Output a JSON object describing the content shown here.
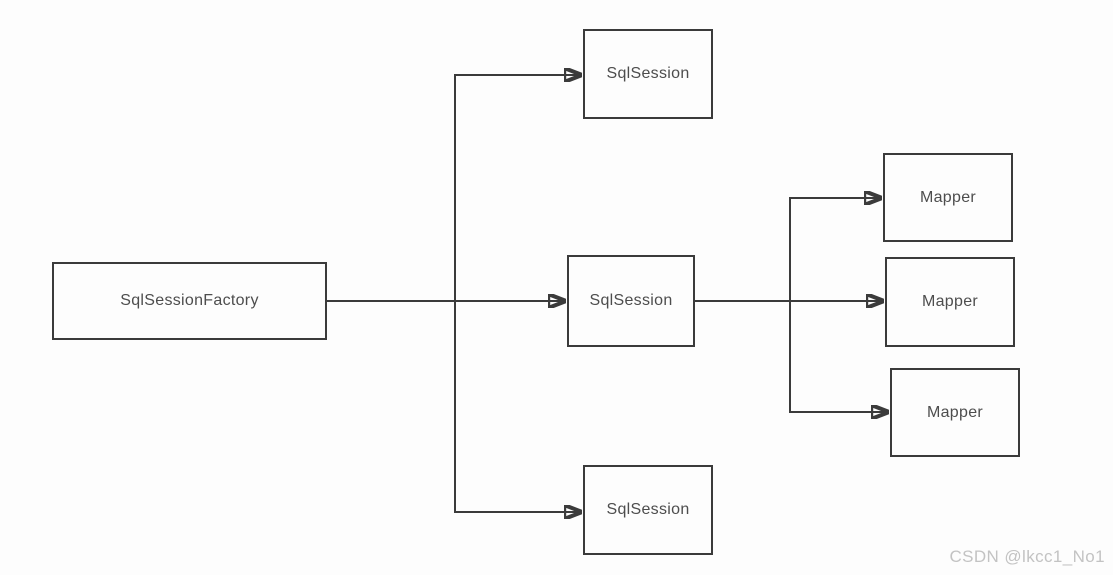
{
  "diagram": {
    "background_color": "#fdfdfd",
    "line_color": "#3b3b3b",
    "node_border_color": "#3b3b3b",
    "node_text_color": "#4d4d4d",
    "nodes": [
      {
        "id": "factory",
        "label": "SqlSessionFactory"
      },
      {
        "id": "session-top",
        "label": "SqlSession"
      },
      {
        "id": "session-middle",
        "label": "SqlSession"
      },
      {
        "id": "session-bottom",
        "label": "SqlSession"
      },
      {
        "id": "mapper-top",
        "label": "Mapper"
      },
      {
        "id": "mapper-middle",
        "label": "Mapper"
      },
      {
        "id": "mapper-bottom",
        "label": "Mapper"
      }
    ],
    "edges": [
      {
        "from": "factory",
        "to": "session-top"
      },
      {
        "from": "factory",
        "to": "session-middle"
      },
      {
        "from": "factory",
        "to": "session-bottom"
      },
      {
        "from": "session-middle",
        "to": "mapper-top"
      },
      {
        "from": "session-middle",
        "to": "mapper-middle"
      },
      {
        "from": "session-middle",
        "to": "mapper-bottom"
      }
    ]
  },
  "watermark": {
    "text": "CSDN @lkcc1_No1",
    "color": "#c3c3c3"
  }
}
